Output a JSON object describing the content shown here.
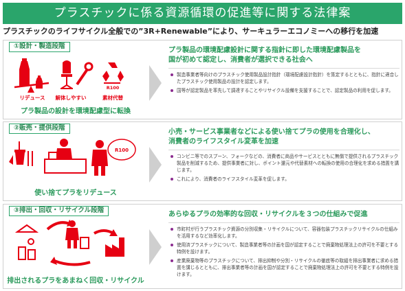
{
  "title": "プラスチックに係る資源循環の促進等に関する法律案",
  "subtitle": "プラスチックのライフサイクル全般での”3R+Renewable”により、サーキュラーエコノミーへの移行を加速",
  "sections": [
    {
      "tab": "①設計・製造段階",
      "icon_labels": [
        "リデュース",
        "解体しやすい",
        "素材代替"
      ],
      "icon_badge": "R100",
      "caption": "プラ製品の設計を環境配慮型に転換",
      "headline_1": "プラ製品の環境配慮設計に関する指針に即した環境配慮製品を",
      "headline_2": "国が初めて認定し、消費者が選択できる社会へ",
      "bullets": [
        "製造事業者等向けのプラスチック使用製品設計指針（環境配慮設計指針）を策定するとともに、指針に適合したプラスチック使用製品の設計を認定します。",
        "国等が認定製品を率先して調達することやリサイクル設備を支援することで、認定製品の利用を促します。"
      ]
    },
    {
      "tab": "②販売・提供段階",
      "icon_badge": "R100",
      "caption": "使い捨てプラをリデュース",
      "headline_1": "小売・サービス事業者などによる使い捨てプラの使用を合理化し、",
      "headline_2": "消費者のライフスタイル変革を加速",
      "bullets": [
        "コンビニ等でのスプーン、フォークなどの、消費者に商品やサービスとともに無償で提供されるプラスチック製品を削減するため、提供事業者に対し、ポイント還元や代替素材への転換の使用の合理化を求める措置を講じます。",
        "これにより、消費者のライフスタイル変革を促します。"
      ]
    },
    {
      "tab": "③排出・回収・リサイクル段階",
      "caption": "排出されるプラをあまねく回収・リサイクル",
      "headline_1": "あらゆるプラの効率的な回収・リサイクルを３つの仕組みで促進",
      "bullets": [
        "市町村が行うプラスチック資源の分別収集・リサイクルについて、容器包装プラスチックリサイクルの仕組みを活用するなど効率化します。",
        "使用済プラスチックについて、製造事業者等の計画を国が認定することで廃棄物処理法上の許可を不要とする特例を設けます。",
        "産業廃棄物等のプラスチックについて、排出抑制や分別・リサイクルの徹底等の取組を排出事業者に求める措置を講じるとともに、排出事業者等の計画を国が認定することで廃棄物処理法上の許可を不要とする特例を設けます。"
      ]
    }
  ],
  "colors": {
    "accent": "#2aa56b",
    "red": "#e60012",
    "bullet": "#8b2b8f"
  }
}
